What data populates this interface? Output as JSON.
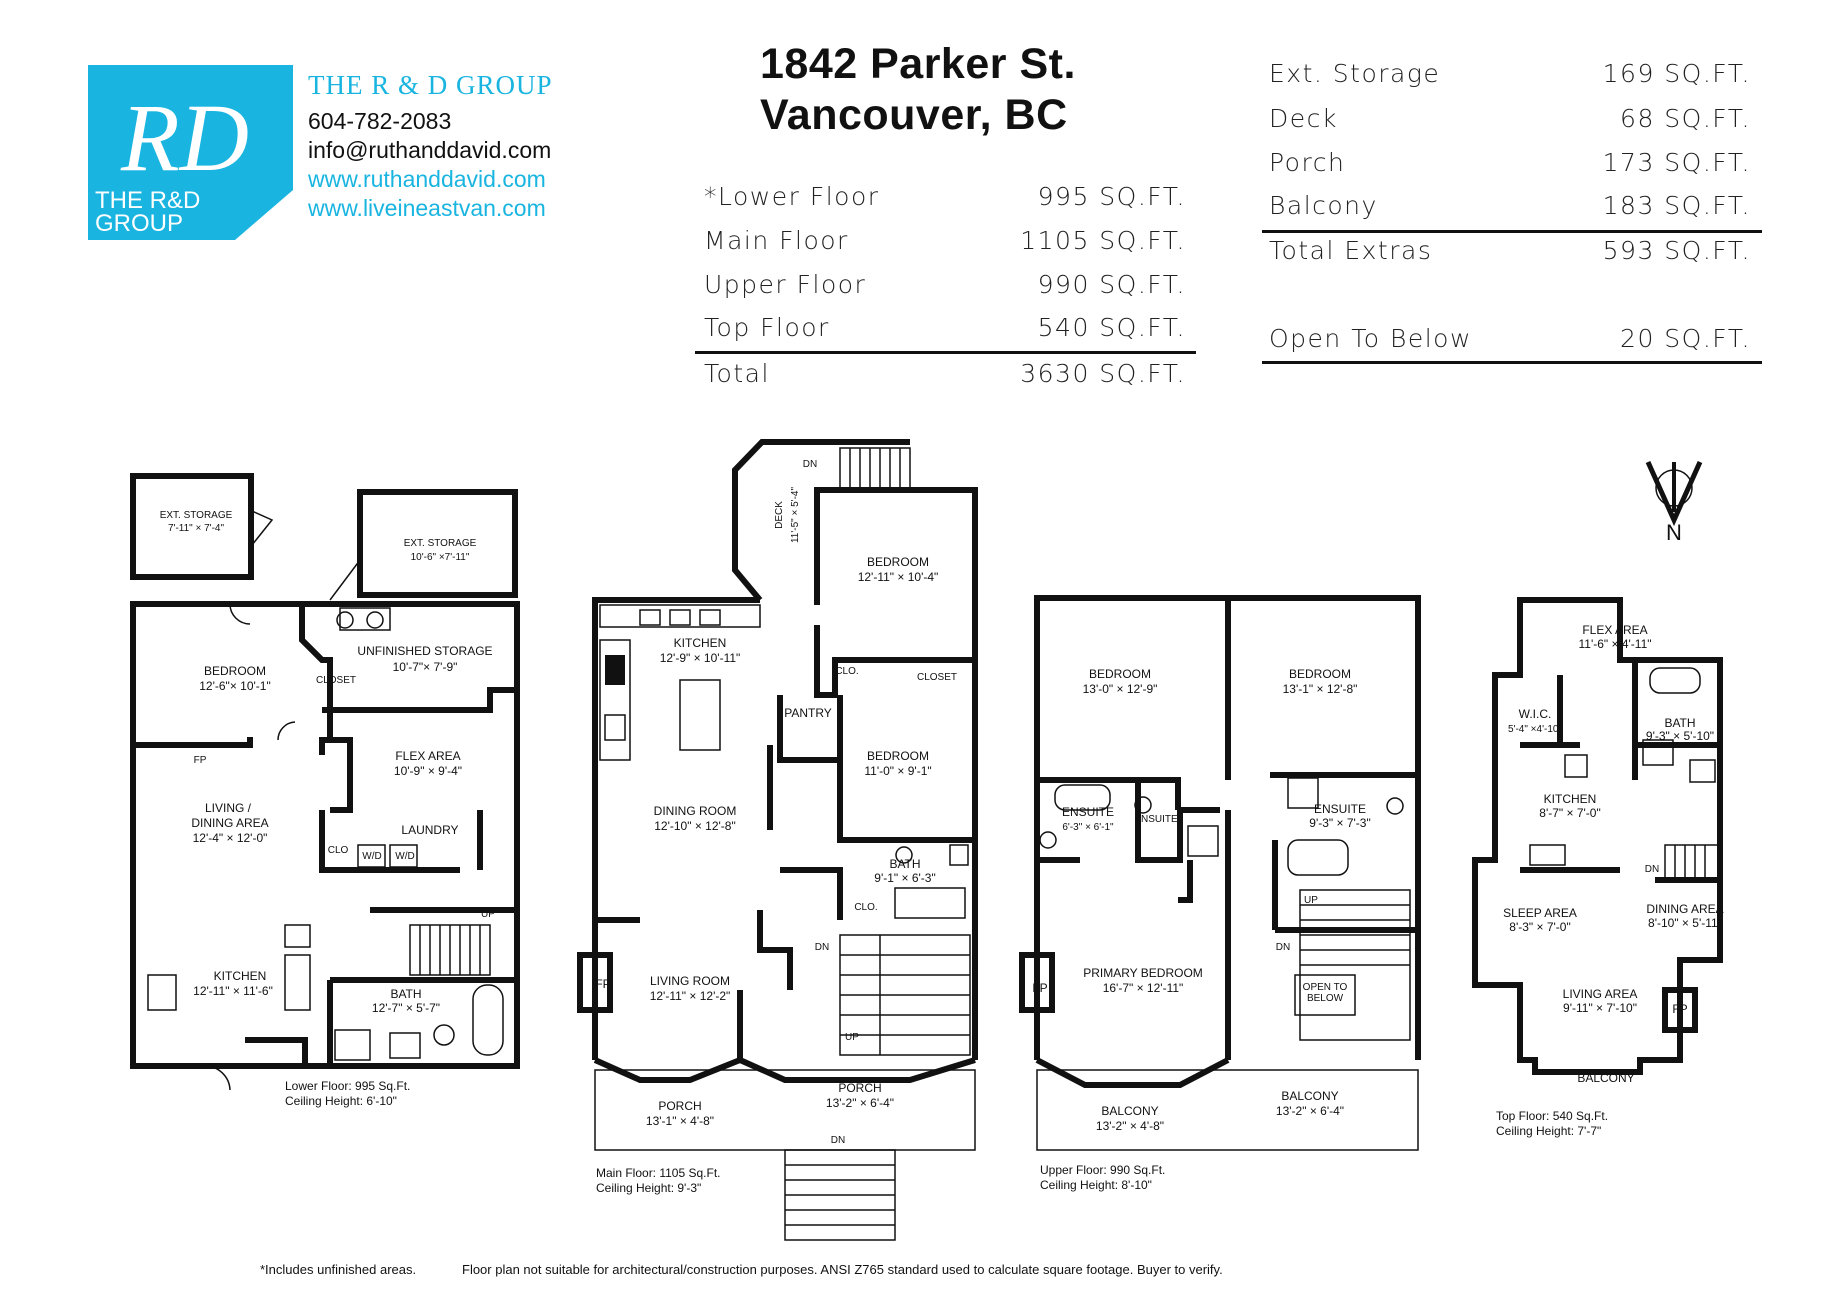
{
  "brand": {
    "logo_letters": "RD",
    "logo_text_1": "THE R&D",
    "logo_text_2": "GROUP",
    "name": "THE R & D GROUP",
    "phone": "604-782-2083",
    "email": "info@ruthanddavid.com",
    "website_1": "www.ruthanddavid.com",
    "website_2": "www.liveineastvan.com",
    "color": "#19b5e0"
  },
  "address": {
    "line1": "1842 Parker St.",
    "line2": "Vancouver, BC"
  },
  "floor_areas": [
    {
      "label": "*Lower Floor",
      "value": "995 SQ.FT."
    },
    {
      "label": "Main Floor",
      "value": "1105 SQ.FT."
    },
    {
      "label": "Upper Floor",
      "value": "990 SQ.FT."
    },
    {
      "label": "Top Floor",
      "value": "540 SQ.FT."
    }
  ],
  "total": {
    "label": "Total",
    "value": "3630 SQ.FT."
  },
  "extras": [
    {
      "label": "Ext. Storage",
      "value": "169 SQ.FT."
    },
    {
      "label": "Deck",
      "value": "68 SQ.FT."
    },
    {
      "label": "Porch",
      "value": "173 SQ.FT."
    },
    {
      "label": "Balcony",
      "value": "183 SQ.FT."
    }
  ],
  "total_extras": {
    "label": "Total Extras",
    "value": "593 SQ.FT."
  },
  "open_to_below": {
    "label": "Open To Below",
    "value": "20 SQ.FT."
  },
  "compass": {
    "label": "N"
  },
  "plans": {
    "lower": {
      "caption_1": "Lower Floor: 995 Sq.Ft.",
      "caption_2": "Ceiling Height: 6'-10\"",
      "rooms": [
        {
          "name": "EXT. STORAGE",
          "dim": "7'-11\" × 7'-4\""
        },
        {
          "name": "EXT. STORAGE",
          "dim": "10'-6\" ×7'-11\""
        },
        {
          "name": "UNFINISHED STORAGE",
          "dim": "10'-7\"× 7'-9\""
        },
        {
          "name": "BEDROOM",
          "dim": "12'-6\"× 10'-1\""
        },
        {
          "name": "FLEX AREA",
          "dim": "10'-9\" × 9'-4\""
        },
        {
          "name": "LIVING /",
          "dim": ""
        },
        {
          "name": "DINING AREA",
          "dim": "12'-4\" × 12'-0\""
        },
        {
          "name": "LAUNDRY",
          "dim": ""
        },
        {
          "name": "KITCHEN",
          "dim": "12'-11\" × 11'-6\""
        },
        {
          "name": "BATH",
          "dim": "12'-7\" × 5'-7\""
        }
      ],
      "small": {
        "closet": "CLOSET",
        "clo": "CLO",
        "wd": "W/D",
        "fp": "FP",
        "up": "UP"
      }
    },
    "main": {
      "caption_1": "Main Floor: 1105 Sq.Ft.",
      "caption_2": "Ceiling Height: 9'-3\"",
      "rooms": [
        {
          "name": "DECK",
          "dim": "11'-5\" × 5'-4\""
        },
        {
          "name": "BEDROOM",
          "dim": "12'-11\" × 10'-4\""
        },
        {
          "name": "KITCHEN",
          "dim": "12'-9\" × 10'-11\""
        },
        {
          "name": "BEDROOM",
          "dim": "11'-0\" × 9'-1\""
        },
        {
          "name": "DINING ROOM",
          "dim": "12'-10\" × 12'-8\""
        },
        {
          "name": "BATH",
          "dim": "9'-1\" × 6'-3\""
        },
        {
          "name": "LIVING ROOM",
          "dim": "12'-11\" × 12'-2\""
        },
        {
          "name": "PORCH",
          "dim": "13'-1\" × 4'-8\""
        },
        {
          "name": "PORCH",
          "dim": "13'-2\" × 6'-4\""
        }
      ],
      "small": {
        "pantry": "PANTRY",
        "clo": "CLO.",
        "closet": "CLOSET",
        "dn": "DN",
        "up": "UP",
        "fp": "FP"
      }
    },
    "upper": {
      "caption_1": "Upper Floor: 990 Sq.Ft.",
      "caption_2": "Ceiling Height: 8'-10\"",
      "rooms": [
        {
          "name": "BEDROOM",
          "dim": "13'-0\" × 12'-9\""
        },
        {
          "name": "BEDROOM",
          "dim": "13'-1\" × 12'-8\""
        },
        {
          "name": "ENSUITE",
          "dim": "6'-3\" × 6'-1\""
        },
        {
          "name": "ENSUITE",
          "dim": "9'-3\" × 7'-3\""
        },
        {
          "name": "PRIMARY BEDROOM",
          "dim": "16'-7\" × 12'-11\""
        },
        {
          "name": "BALCONY",
          "dim": "13'-2\" × 4'-8\""
        },
        {
          "name": "BALCONY",
          "dim": "13'-2\" × 6'-4\""
        }
      ],
      "small": {
        "ensuite": "ENSUITE",
        "open": "OPEN TO",
        "below": "BELOW",
        "up": "UP",
        "dn": "DN",
        "fp": "FP"
      }
    },
    "top": {
      "caption_1": "Top Floor: 540 Sq.Ft.",
      "caption_2": "Ceiling Height: 7'-7\"",
      "rooms": [
        {
          "name": "FLEX AREA",
          "dim": "11'-6\" × 4'-11\""
        },
        {
          "name": "W.I.C.",
          "dim": "5'-4\" ×4'-10\""
        },
        {
          "name": "BATH",
          "dim": "9'-3\" × 5'-10\""
        },
        {
          "name": "KITCHEN",
          "dim": "8'-7\" × 7'-0\""
        },
        {
          "name": "SLEEP AREA",
          "dim": "8'-3\" × 7'-0\""
        },
        {
          "name": "DINING AREA",
          "dim": "8'-10\" × 5'-11\""
        },
        {
          "name": "LIVING AREA",
          "dim": "9'-11\" × 7'-10\""
        },
        {
          "name": "BALCONY",
          "dim": ""
        }
      ],
      "small": {
        "dn": "DN",
        "fp": "FP"
      }
    }
  },
  "footer": {
    "note_1": "*Includes unfinished areas.",
    "note_2": "Floor plan not suitable for architectural/construction purposes. ANSI Z765 standard used to calculate square footage. Buyer to verify."
  }
}
